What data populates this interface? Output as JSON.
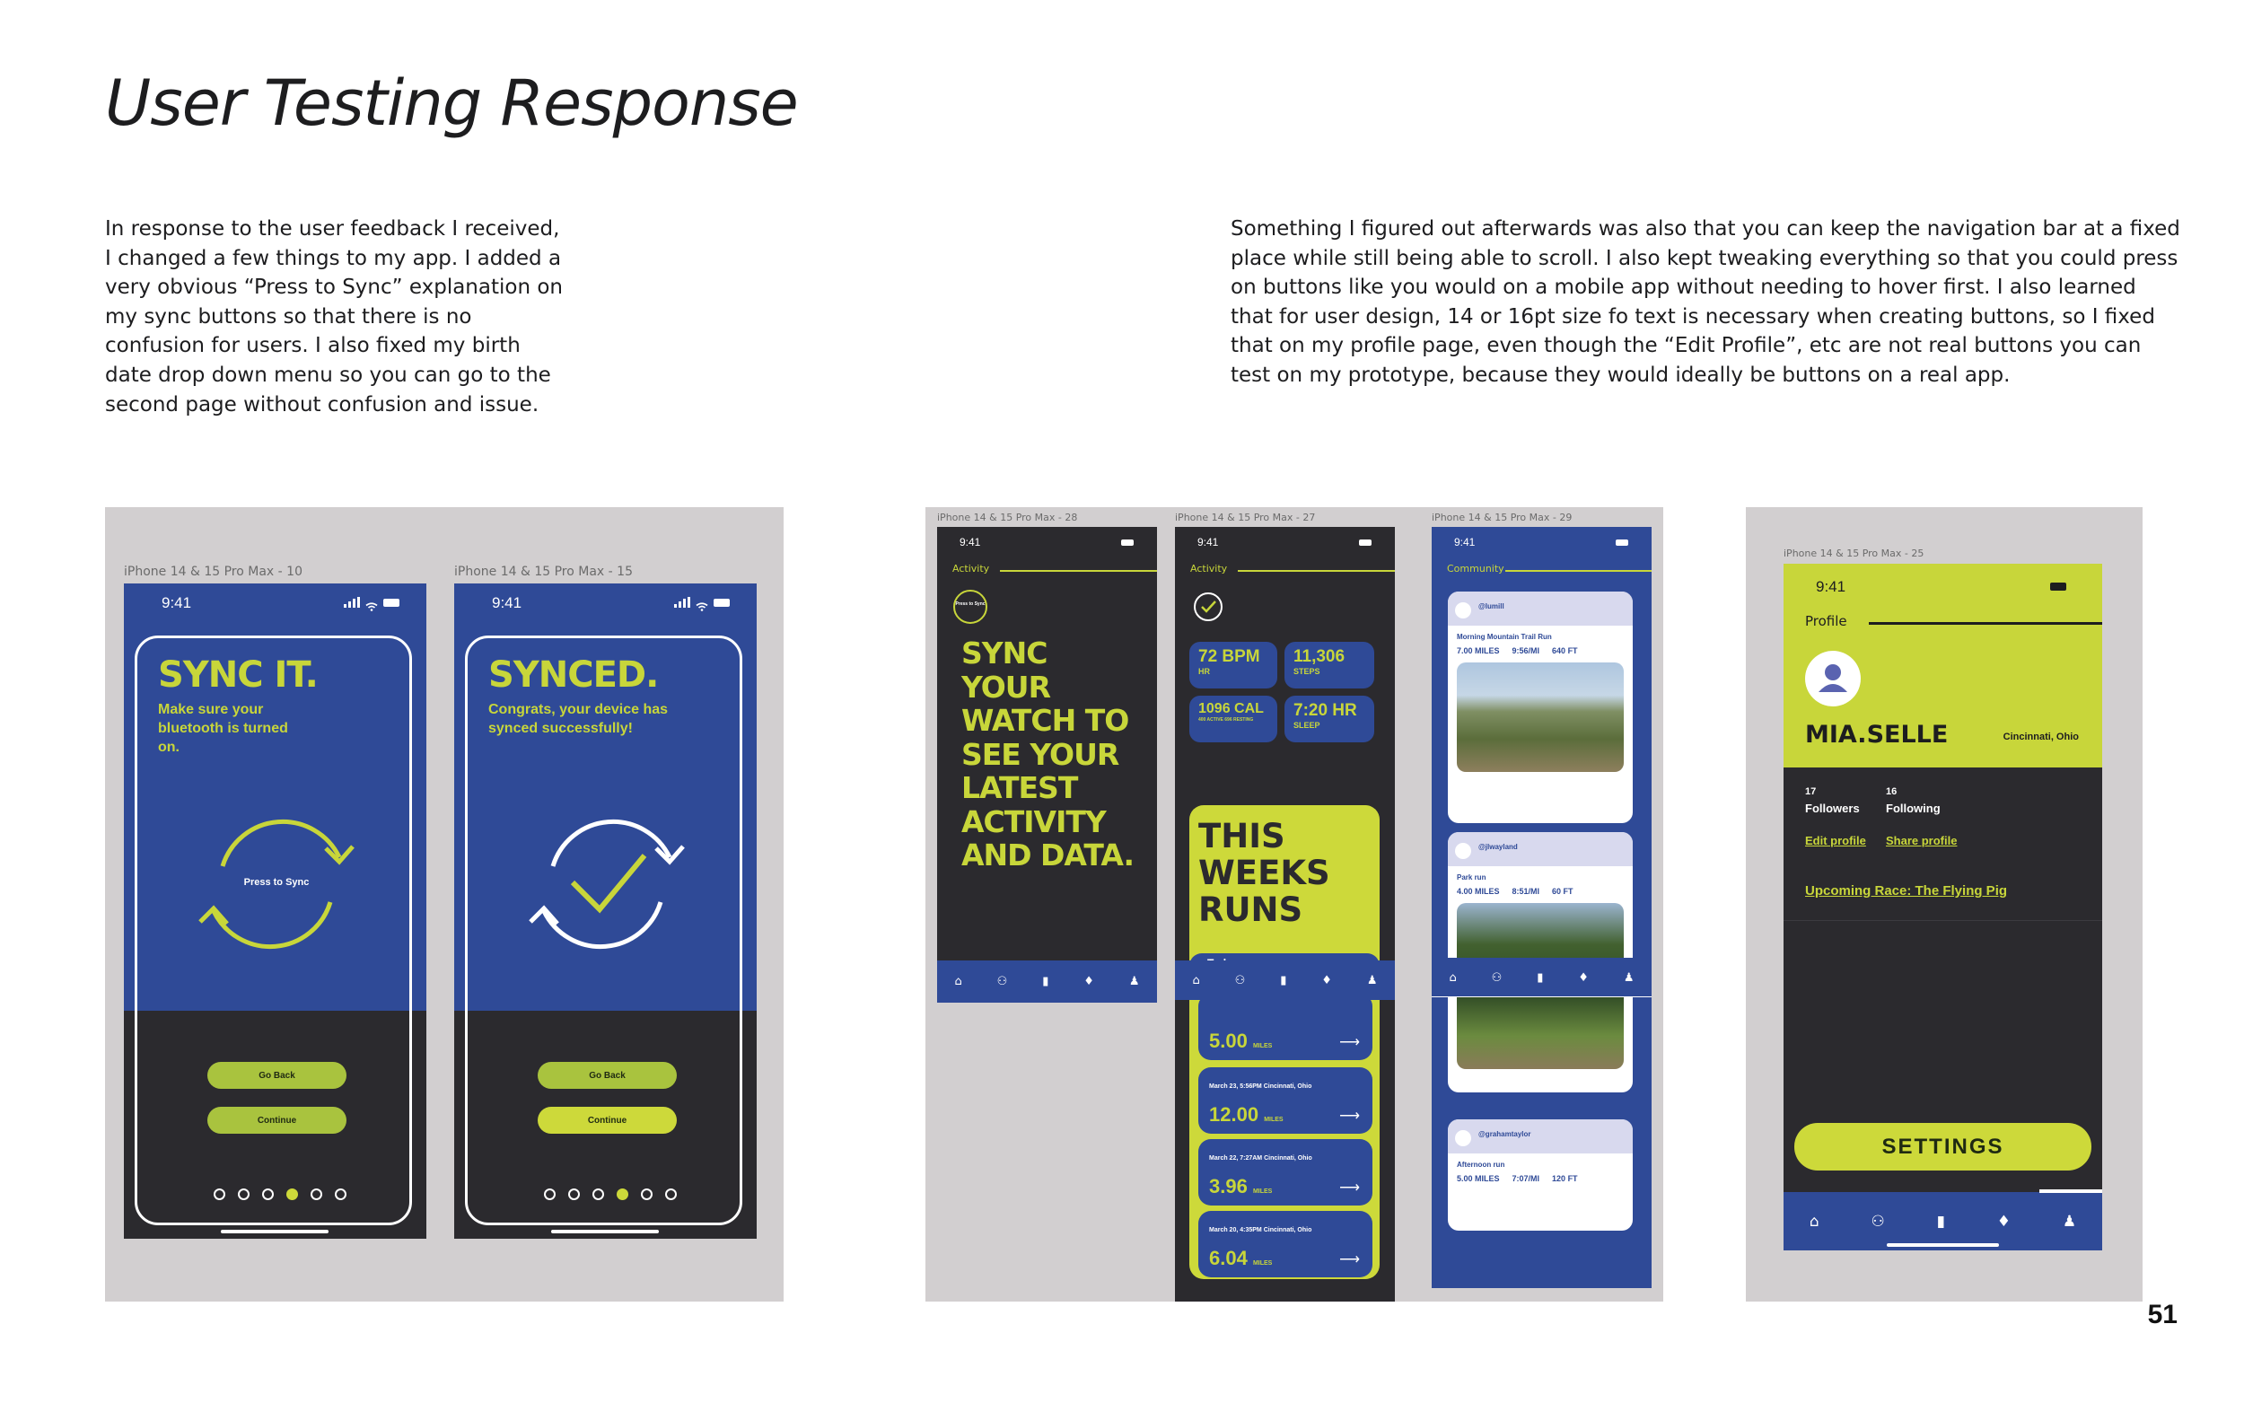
{
  "header": {
    "title": "User Testing Response",
    "page_number": "51"
  },
  "body": {
    "left_paragraph": "In response to the user feedback I received, I changed a few things to my app. I added a very obvious “Press to Sync” explanation on my sync buttons so that there is no confusion for users. I also fixed my birth date drop down menu so you can go to the second page without confusion and issue.",
    "right_paragraph": "Something I figured out afterwards was also that you can keep the navigation bar at a fixed place while still being able to scroll. I also kept tweaking everything so that you could press on buttons like you would on a mobile app without needing to hover first. I also learned that for user design, 14 or 16pt size fo text is necessary when creating buttons, so I fixed that on my profile page, even though the “Edit Profile”, etc are not real buttons you can test on my prototype, because they would ideally be buttons on a real app."
  },
  "colors": {
    "accent_lime": "#c8d63a",
    "brand_blue": "#2f4a97",
    "dark": "#2b2a2e",
    "canvas_gray": "#d2cfd0"
  },
  "panel_sync": {
    "frame_a_label": "iPhone 14 & 15 Pro Max - 10",
    "frame_b_label": "iPhone 14 & 15 Pro Max - 15",
    "time": "9:41",
    "sync_heading": "SYNC IT.",
    "sync_sub": "Make sure your bluetooth is turned on.",
    "sync_center": "Press to Sync",
    "synced_heading": "SYNCED.",
    "synced_sub": "Congrats, your  device has synced successfully!",
    "go_back": "Go Back",
    "continue": "Continue"
  },
  "panel_activity": {
    "frame_a_label": "iPhone 14 & 15 Pro Max - 28",
    "frame_b_label": "iPhone 14 & 15 Pro Max - 27",
    "frame_c_label": "iPhone 14 & 15 Pro Max - 29",
    "time": "9:41",
    "activity_label": "Activity",
    "community_label": "Community",
    "press_badge": "Press to Sync",
    "big_text": "SYNC YOUR WATCH TO SEE YOUR LATEST ACTIVITY AND DATA.",
    "stats": [
      {
        "value": "72 BPM",
        "unit": "HR"
      },
      {
        "value": "11,306",
        "unit": "STEPS"
      },
      {
        "value": "1096 CAL",
        "unit": "400 ACTIVE 696 RESTING"
      },
      {
        "value": "7:20 HR",
        "unit": "SLEEP"
      }
    ],
    "weeks_heading": "THIS WEEKS RUNS",
    "today_label": "Today",
    "runs": [
      {
        "date": "",
        "miles": "5.00",
        "unit": "MILES"
      },
      {
        "date": "March 23, 5:56PM Cincinnati, Ohio",
        "miles": "12.00",
        "unit": "MILES"
      },
      {
        "date": "March 22, 7:27AM Cincinnati, Ohio",
        "miles": "3.96",
        "unit": "MILES"
      },
      {
        "date": "March 20, 4:35PM Cincinnati, Ohio",
        "miles": "6.04",
        "unit": "MILES"
      }
    ],
    "posts": [
      {
        "user": "@lumill",
        "title": "Morning Mountain Trail Run",
        "stats": [
          "7.00 MILES",
          "9:56/MI",
          "640 FT"
        ]
      },
      {
        "user": "@jlwayland",
        "title": "Park run",
        "stats": [
          "4.00 MILES",
          "8:51/MI",
          "60 FT"
        ]
      },
      {
        "user": "@grahamtaylor",
        "title": "Afternoon run",
        "stats": [
          "5.00 MILES",
          "7:07/MI",
          "120 FT"
        ]
      }
    ]
  },
  "panel_profile": {
    "frame_label": "iPhone 14 & 15 Pro Max - 25",
    "time": "9:41",
    "profile_label": "Profile",
    "username": "MIA.SELLE",
    "location": "Cincinnati, Ohio",
    "followers_count": "17",
    "followers_label": "Followers",
    "following_count": "16",
    "following_label": "Following",
    "edit_profile": "Edit profile",
    "share_profile": "Share profile",
    "upcoming_race": "Upcoming Race: The Flying Pig",
    "settings": "SETTINGS"
  }
}
